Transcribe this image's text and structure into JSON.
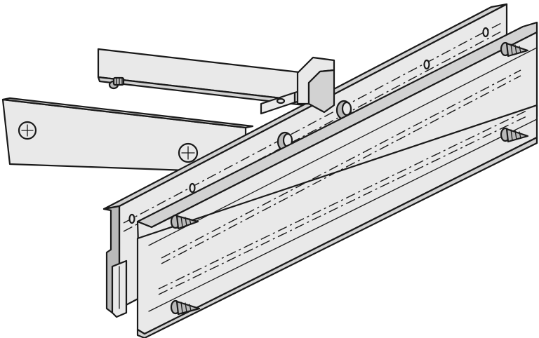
{
  "illustration": {
    "colors": {
      "fill": "#e9e9e9",
      "shade": "#d2d2d2",
      "dark": "#b9b9b9",
      "outline": "#1a1a1a"
    },
    "parts": {
      "upper_bracket_screws": 1,
      "lower_bracket_screws": 2,
      "rail_spacers": 2,
      "rail_wood_screws": 4
    }
  }
}
